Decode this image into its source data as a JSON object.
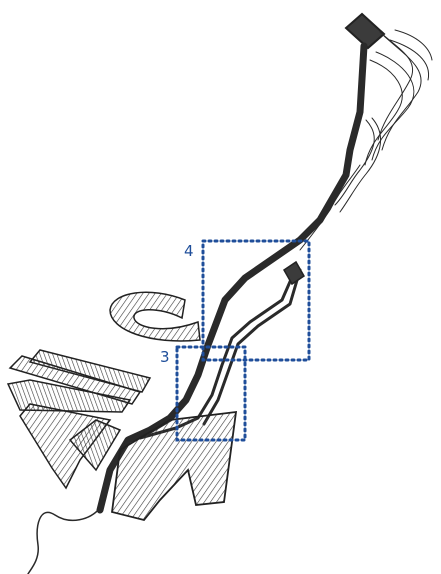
{
  "figure": {
    "region_color": "#1f4e9a",
    "ink_color": "#2a2a2a",
    "regions": [
      {
        "id": "region-4",
        "label": "4"
      },
      {
        "id": "region-3",
        "label": "3"
      }
    ]
  }
}
